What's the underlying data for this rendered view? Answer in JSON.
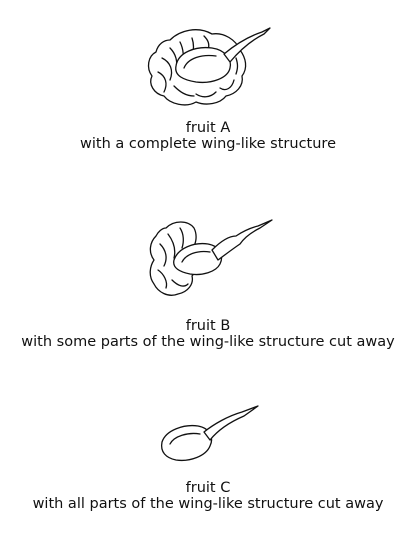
{
  "fruits": [
    {
      "title": "fruit A",
      "description": "with a complete wing-like structure"
    },
    {
      "title": "fruit B",
      "description": "with some parts of the wing-like structure cut away"
    },
    {
      "title": "fruit C",
      "description": "with all parts of the wing-like structure cut away"
    }
  ]
}
